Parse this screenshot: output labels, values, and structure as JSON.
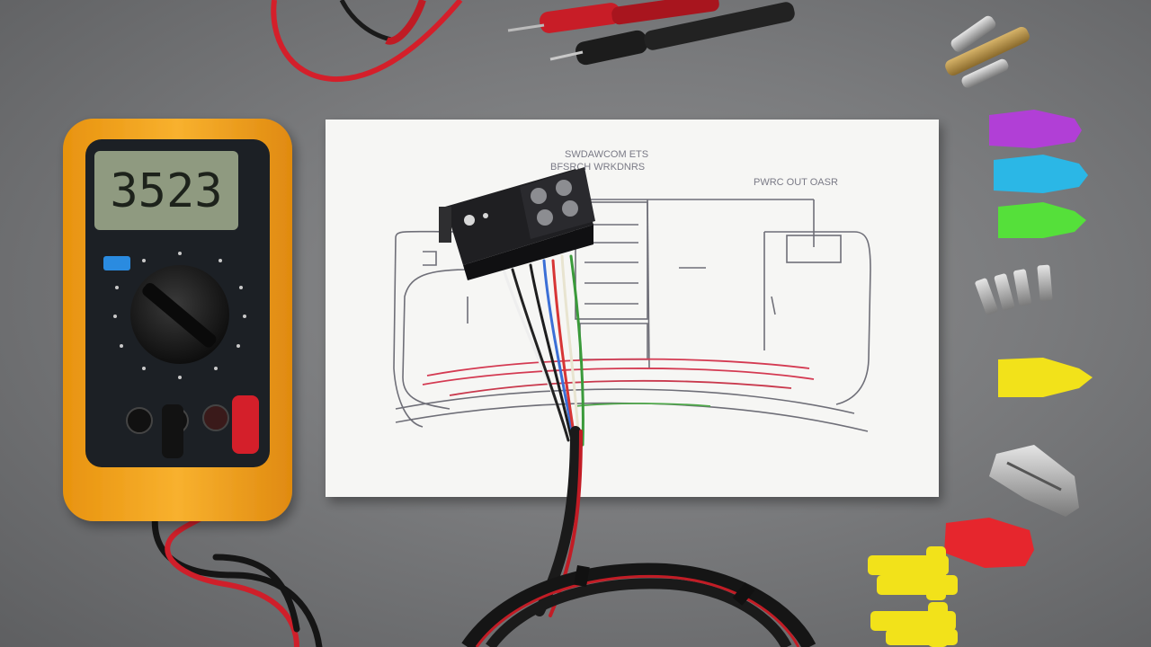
{
  "multimeter": {
    "display_value": "3523"
  },
  "diagram": {
    "title_line1": "SWDAWCOM ETS",
    "title_line2": "BFSRCH WRKDNRS",
    "label_right": "PWRC  OUT OASR"
  },
  "colors": {
    "surface": "#7b7c7e",
    "multimeter_body": "#f4a21c",
    "lcd": "#8f9a80",
    "wire_red": "#d41f2a",
    "wire_black": "#1a1a1a",
    "connector_purple": "#b13fd6",
    "connector_cyan": "#2bb7e6",
    "connector_green": "#55e03a",
    "connector_yellow": "#f2e21a",
    "connector_red": "#e6262d"
  }
}
